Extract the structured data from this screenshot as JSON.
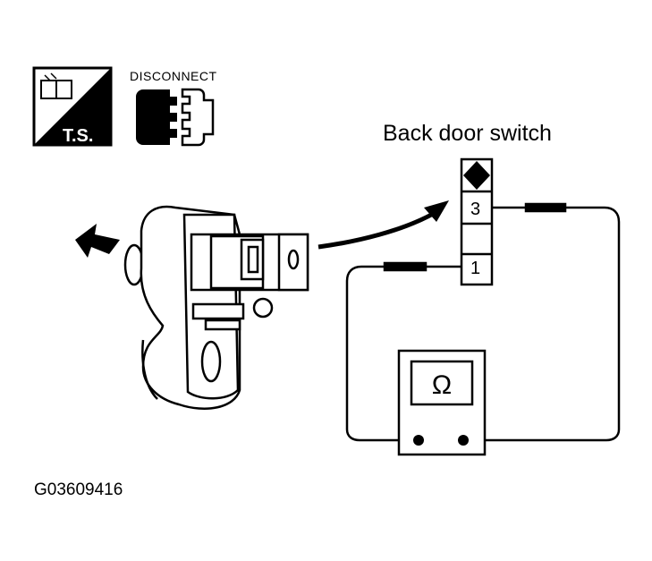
{
  "icons": {
    "ts_label": "T.S.",
    "disconnect_label": "DISCONNECT",
    "ts_icon": "connector-ts-icon",
    "disconnect_icon": "disconnect-connector-icon"
  },
  "switch_title": "Back door switch",
  "terminals": {
    "upper": "3",
    "lower": "1"
  },
  "meter": {
    "symbol": "Ω",
    "icon": "ohmmeter-icon"
  },
  "figure_code": "G03609416",
  "colors": {
    "ink": "#000000",
    "paper": "#ffffff"
  }
}
